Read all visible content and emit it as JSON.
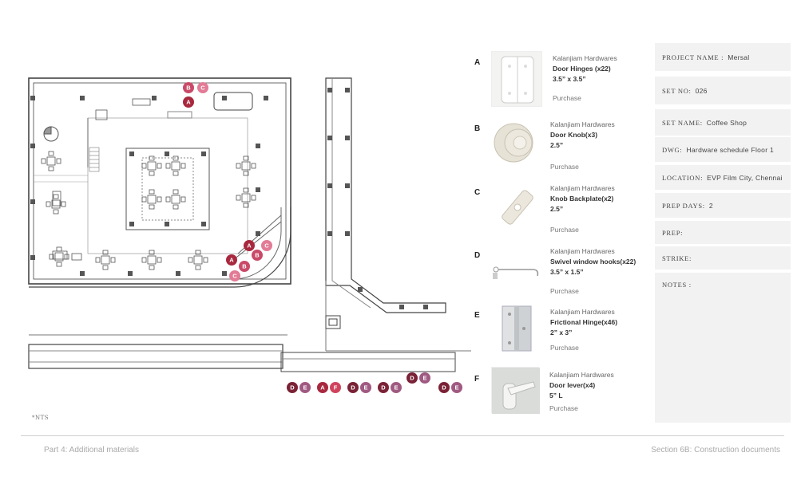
{
  "plan": {
    "nts": "*NTS",
    "tags": {
      "A": {
        "letter": "A",
        "color": "#a8283e"
      },
      "B": {
        "letter": "B",
        "color": "#c94a68"
      },
      "C": {
        "letter": "C",
        "color": "#e27b95"
      },
      "D": {
        "letter": "D",
        "color": "#7a2236"
      },
      "E": {
        "letter": "E",
        "color": "#a05a82"
      },
      "F": {
        "letter": "F",
        "color": "#d0435d"
      }
    }
  },
  "hardware": [
    {
      "letter": "A",
      "supplier": "Kalanjiam Hardwares",
      "name": "Door Hinges (x22)",
      "size": "3.5” x  3.5”",
      "action": "Purchase",
      "icon": "door-hinge-image"
    },
    {
      "letter": "B",
      "supplier": "Kalanjiam Hardwares",
      "name": "Door Knob(x3)",
      "size": "2.5”",
      "action": "Purchase",
      "icon": "door-knob-image"
    },
    {
      "letter": "C",
      "supplier": "Kalanjiam Hardwares",
      "name": "Knob Backplate(x2)",
      "size": "2.5”",
      "action": "Purchase",
      "icon": "knob-backplate-image"
    },
    {
      "letter": "D",
      "supplier": "Kalanjiam Hardwares",
      "name": "Swivel window hooks(x22)",
      "size": "3.5” x  1.5”",
      "action": "Purchase",
      "icon": "window-hook-image"
    },
    {
      "letter": "E",
      "supplier": "Kalanjiam Hardwares",
      "name": "Frictional Hinge(x46)",
      "size": "2” x 3”",
      "action": "Purchase",
      "icon": "frictional-hinge-image"
    },
    {
      "letter": "F",
      "supplier": "Kalanjiam Hardwares",
      "name": "Door lever(x4)",
      "size": "5” L",
      "action": "Purchase",
      "icon": "door-lever-image"
    }
  ],
  "project": {
    "name_label": "Project name :",
    "name_value": "Mersal",
    "set_no_label": "Set no:",
    "set_no_value": "026",
    "set_name_label": "Set name:",
    "set_name_value": "Coffee Shop",
    "dwg_label": "DWG:",
    "dwg_value": "Hardware schedule Floor 1",
    "location_label": "Location:",
    "location_value": "EVP Film City, Chennai",
    "prep_days_label": "Prep days:",
    "prep_days_value": "2",
    "prep_label": "Prep:",
    "prep_value": "",
    "strike_label": "Strike:",
    "strike_value": "",
    "notes_label": "Notes :",
    "notes_value": ""
  },
  "footer": {
    "left": "Part 4: Additional materials",
    "right": "Section 6B: Construction documents"
  }
}
